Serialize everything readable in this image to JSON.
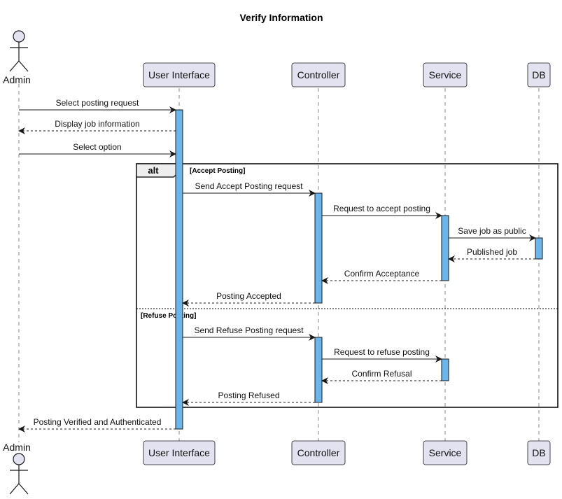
{
  "title": "Verify Information",
  "colors": {
    "participant_fill": "#e2e2f0",
    "participant_stroke": "#181818",
    "activation_fill": "#6bb5ea",
    "line": "#181818",
    "lifeline": "#888888"
  },
  "participants": [
    {
      "id": "admin",
      "label": "Admin",
      "kind": "actor"
    },
    {
      "id": "ui",
      "label": "User Interface",
      "kind": "box"
    },
    {
      "id": "ctrl",
      "label": "Controller",
      "kind": "box"
    },
    {
      "id": "svc",
      "label": "Service",
      "kind": "box"
    },
    {
      "id": "db",
      "label": "DB",
      "kind": "box"
    }
  ],
  "messages": [
    {
      "from": "admin",
      "to": "ui",
      "label": "Select posting request",
      "style": "solid"
    },
    {
      "from": "ui",
      "to": "admin",
      "label": "Display job information",
      "style": "dashed"
    },
    {
      "from": "admin",
      "to": "ui",
      "label": "Select option",
      "style": "solid"
    },
    {
      "from": "ui",
      "to": "ctrl",
      "label": "Send Accept Posting request",
      "style": "solid"
    },
    {
      "from": "ctrl",
      "to": "svc",
      "label": "Request to accept posting",
      "style": "solid"
    },
    {
      "from": "svc",
      "to": "db",
      "label": "Save job as public",
      "style": "solid"
    },
    {
      "from": "db",
      "to": "svc",
      "label": "Published job",
      "style": "dashed"
    },
    {
      "from": "svc",
      "to": "ctrl",
      "label": "Confirm Acceptance",
      "style": "dashed"
    },
    {
      "from": "ctrl",
      "to": "ui",
      "label": "Posting Accepted",
      "style": "dashed"
    },
    {
      "from": "ui",
      "to": "ctrl",
      "label": "Send Refuse Posting request",
      "style": "solid"
    },
    {
      "from": "ctrl",
      "to": "svc",
      "label": "Request to refuse posting",
      "style": "solid"
    },
    {
      "from": "svc",
      "to": "ctrl",
      "label": "Confirm Refusal",
      "style": "dashed"
    },
    {
      "from": "ctrl",
      "to": "ui",
      "label": "Posting Refused",
      "style": "dashed"
    },
    {
      "from": "ui",
      "to": "admin",
      "label": "Posting Verified and Authenticated",
      "style": "dashed"
    }
  ],
  "fragment": {
    "operator": "alt",
    "operands": [
      {
        "condition": "[Accept Posting]"
      },
      {
        "condition": "[Refuse Posting]"
      }
    ]
  }
}
